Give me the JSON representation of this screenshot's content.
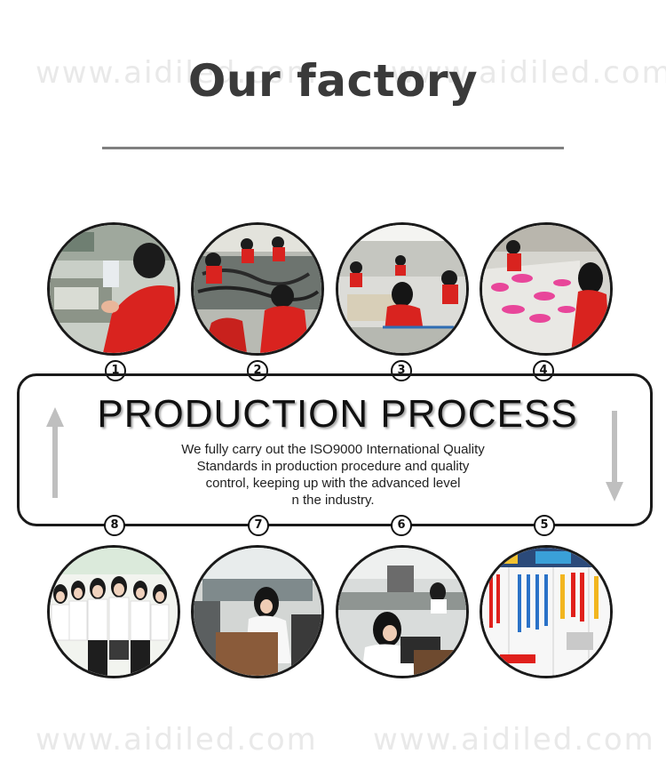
{
  "watermark": "www.aidiled.com",
  "title": "Our factory",
  "process": {
    "heading": "PRODUCTION  PROCESS",
    "description_lines": [
      "We fully carry out the ISO9000 International Quality",
      "Standards in production procedure and quality",
      "control, keeping up with the advanced level",
      "n the industry."
    ]
  },
  "steps": [
    {
      "number": "1"
    },
    {
      "number": "2"
    },
    {
      "number": "3"
    },
    {
      "number": "4"
    },
    {
      "number": "5"
    },
    {
      "number": "6"
    },
    {
      "number": "7"
    },
    {
      "number": "8"
    }
  ],
  "colors": {
    "worker_uniform": "#d9231f",
    "product_pink": "#e8469a",
    "border": "#1a1a1a",
    "arrow": "#bfbfbf"
  },
  "icons": {
    "up_arrow": "up-arrow-icon",
    "down_arrow": "down-arrow-icon"
  }
}
